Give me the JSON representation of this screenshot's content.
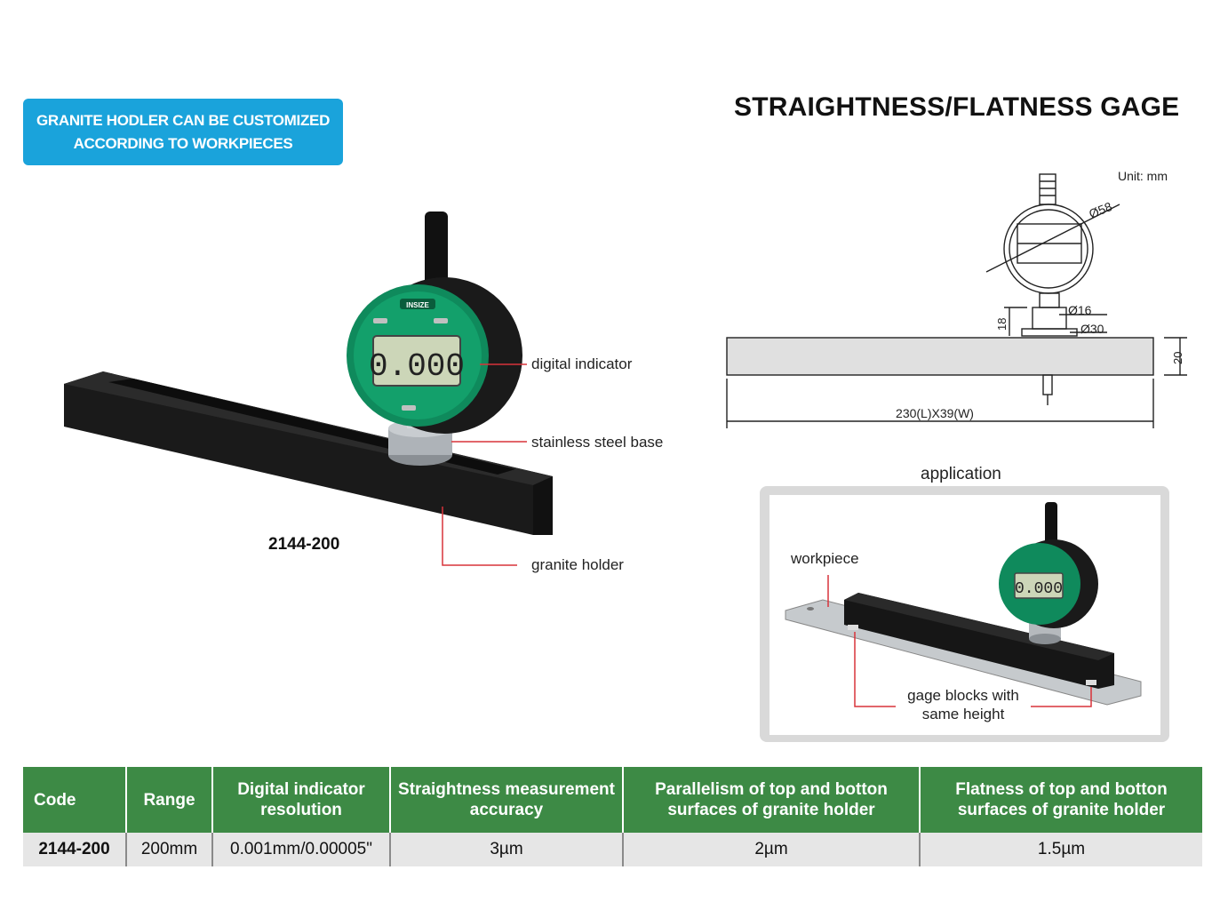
{
  "banner": {
    "line1": "GRANITE HODLER CAN BE CUSTOMIZED",
    "line2": "ACCORDING TO WORKPIECES"
  },
  "title": "STRAIGHTNESS/FLATNESS GAGE",
  "product": {
    "model": "2144-200",
    "indicator_reading": "0.000",
    "indicator_brand": "INSIZE",
    "labels": {
      "digital_indicator": "digital  indicator",
      "base": "stainless steel base",
      "holder": "granite holder"
    }
  },
  "drawing": {
    "unit": "Unit: mm",
    "dia_dial": "Ø58",
    "dia_stem": "Ø16",
    "dia_base": "Ø30",
    "base_height": "18",
    "block_height": "20",
    "block_size": "230(L)X39(W)"
  },
  "application": {
    "title": "application",
    "workpiece": "workpiece",
    "gage_blocks_line1": "gage blocks with",
    "gage_blocks_line2": "same height",
    "indicator_reading": "0.000"
  },
  "table": {
    "headers": [
      "Code",
      "Range",
      "Digital  indicator resolution",
      "Straightness measurement accuracy",
      "Parallelism of top and botton surfaces of granite holder",
      "Flatness of top and botton surfaces of granite holder"
    ],
    "rows": [
      [
        "2144-200",
        "200mm",
        "0.001mm/0.00005\"",
        "3µm",
        "2µm",
        "1.5µm"
      ]
    ]
  },
  "colors": {
    "banner": "#1aa3db",
    "table_header": "#3d8a45",
    "indicator_green": "#0f8a5c",
    "leader_lines": "#d8333a"
  }
}
